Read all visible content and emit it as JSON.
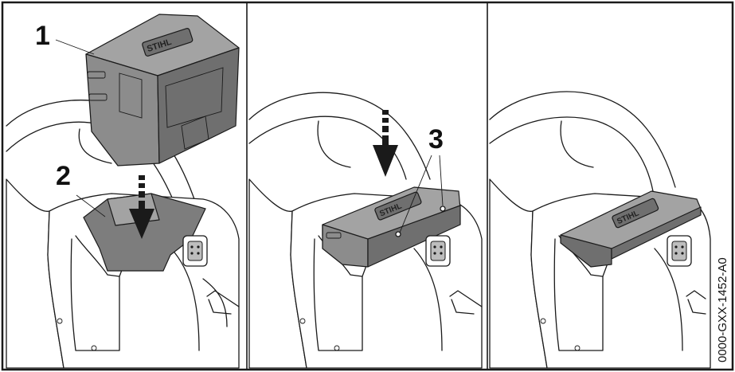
{
  "figure": {
    "panels": [
      {
        "id": "panel-1",
        "callouts": [
          "1",
          "2"
        ]
      },
      {
        "id": "panel-2",
        "callouts": [
          "3"
        ]
      },
      {
        "id": "panel-3",
        "callouts": []
      }
    ],
    "callout_1": "1",
    "callout_2": "2",
    "callout_3": "3",
    "document_id": "0000-GXX-1452-A0",
    "battery_brand": "STIHL",
    "colors": {
      "battery": "#8c8c8c",
      "line": "#1a1a1a",
      "background": "#ffffff"
    }
  }
}
